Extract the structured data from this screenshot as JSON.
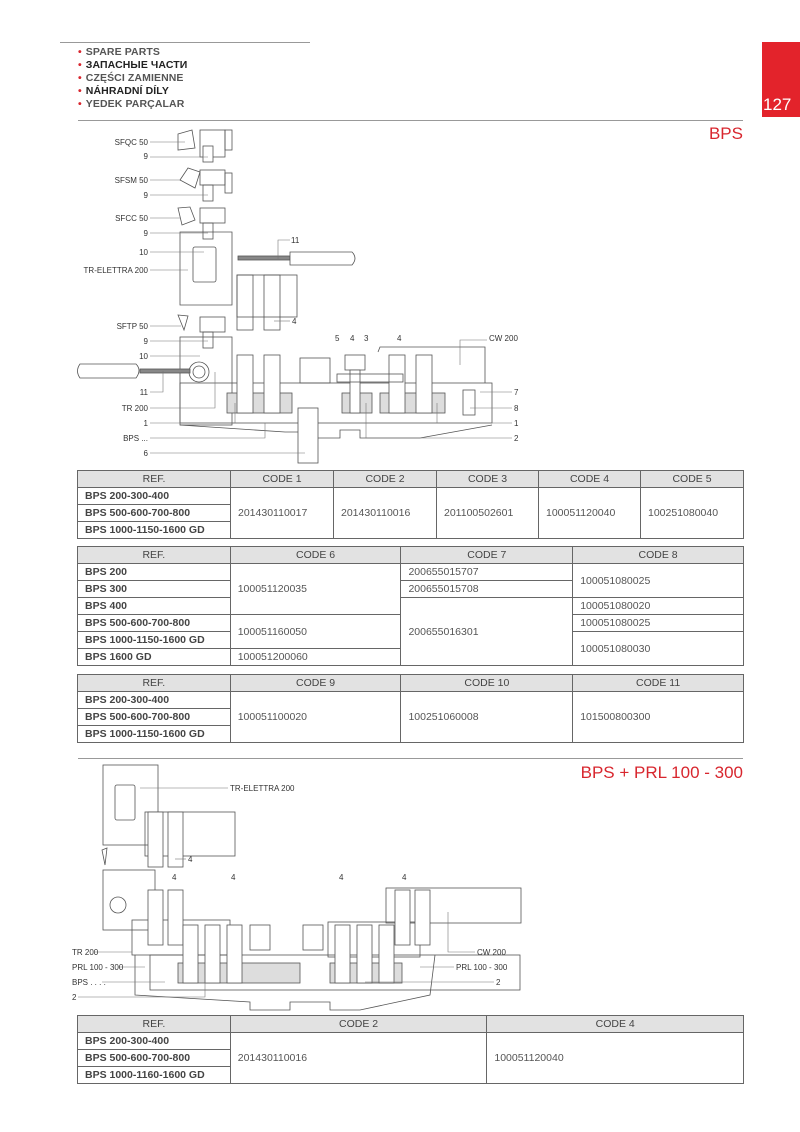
{
  "header": {
    "languages": [
      "SPARE PARTS",
      "ЗАПАСНЫЕ ЧАСТИ",
      "CZĘŚCI ZAMIENNE",
      "NÁHRADNÍ DÍLY",
      "YEDEK PARÇALAR"
    ],
    "page_number": "127",
    "accent_color": "#e3232b"
  },
  "section1": {
    "title": "BPS",
    "labels": {
      "sfqc": "SFQC 50",
      "n9a": "9",
      "sfsm": "SFSM 50",
      "n9b": "9",
      "sfcc": "SFCC 50",
      "n9c": "9",
      "n10a": "10",
      "tr_elettra": "TR-ELETTRA 200",
      "n11a": "11",
      "n4a": "4",
      "sftp": "SFTP 50",
      "n9d": "9",
      "n10b": "10",
      "n5": "5",
      "n4b": "4",
      "n3": "3",
      "n4c": "4",
      "cw": "CW 200",
      "n11b": "11",
      "tr": "TR 200",
      "n1a": "1",
      "bps": "BPS ...",
      "n6": "6",
      "n7": "7",
      "n8": "8",
      "n1b": "1",
      "n2": "2"
    },
    "table1": {
      "headers": [
        "REF.",
        "CODE 1",
        "CODE 2",
        "CODE 3",
        "CODE 4",
        "CODE 5"
      ],
      "refs": [
        "BPS 200-300-400",
        "BPS 500-600-700-800",
        "BPS 1000-1150-1600 GD"
      ],
      "codes": [
        "201430110017",
        "201430110016",
        "201100502601",
        "100051120040",
        "100251080040"
      ]
    },
    "table2": {
      "headers": [
        "REF.",
        "CODE 6",
        "CODE 7",
        "CODE 8"
      ],
      "refs": [
        "BPS 200",
        "BPS 300",
        "BPS 400",
        "BPS 500-600-700-800",
        "BPS 1000-1150-1600 GD",
        "BPS 1600 GD"
      ],
      "code6": [
        "100051120035",
        "100051160050",
        "100051200060"
      ],
      "code7": [
        "200655015707",
        "200655015708",
        "200655016301"
      ],
      "code8": [
        "100051080025",
        "100051080020",
        "100051080025",
        "100051080030"
      ]
    },
    "table3": {
      "headers": [
        "REF.",
        "CODE 9",
        "CODE 10",
        "CODE 11"
      ],
      "refs": [
        "BPS 200-300-400",
        "BPS 500-600-700-800",
        "BPS 1000-1150-1600 GD"
      ],
      "codes": [
        "100051100020",
        "100251060008",
        "101500800300"
      ]
    }
  },
  "section2": {
    "title": "BPS + PRL 100 - 300",
    "labels": {
      "tr_elettra": "TR-ELETTRA 200",
      "n4a": "4",
      "n4b": "4",
      "n4c": "4",
      "n4d": "4",
      "n4e": "4",
      "tr": "TR 200",
      "prl_l": "PRL 100 - 300",
      "bps": "BPS . . . .",
      "n2l": "2",
      "cw": "CW 200",
      "prl_r": "PRL 100 - 300",
      "n2r": "2"
    },
    "table4": {
      "headers": [
        "REF.",
        "CODE 2",
        "CODE 4"
      ],
      "refs": [
        "BPS 200-300-400",
        "BPS 500-600-700-800",
        "BPS 1000-1160-1600 GD"
      ],
      "codes": [
        "201430110016",
        "100051120040"
      ]
    }
  }
}
